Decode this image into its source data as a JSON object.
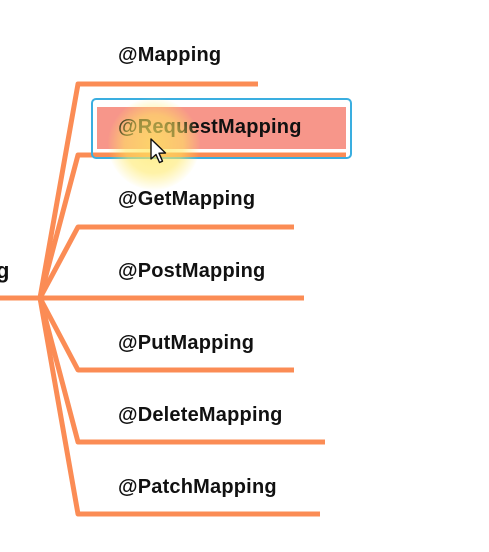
{
  "root": {
    "label_fragment": "g"
  },
  "nodes": [
    {
      "label": "@Mapping"
    },
    {
      "label": "@RequestMapping",
      "selected": true
    },
    {
      "label": "@GetMapping"
    },
    {
      "label": "@PostMapping"
    },
    {
      "label": "@PutMapping"
    },
    {
      "label": "@DeleteMapping"
    },
    {
      "label": "@PatchMapping"
    }
  ],
  "colors": {
    "branch": "#fb8c55",
    "selection_border": "#3aaee0",
    "selection_fill": "#f7968a",
    "cursor_highlight": "#ffe860"
  },
  "icons": {
    "cursor": "mouse-pointer-icon"
  }
}
